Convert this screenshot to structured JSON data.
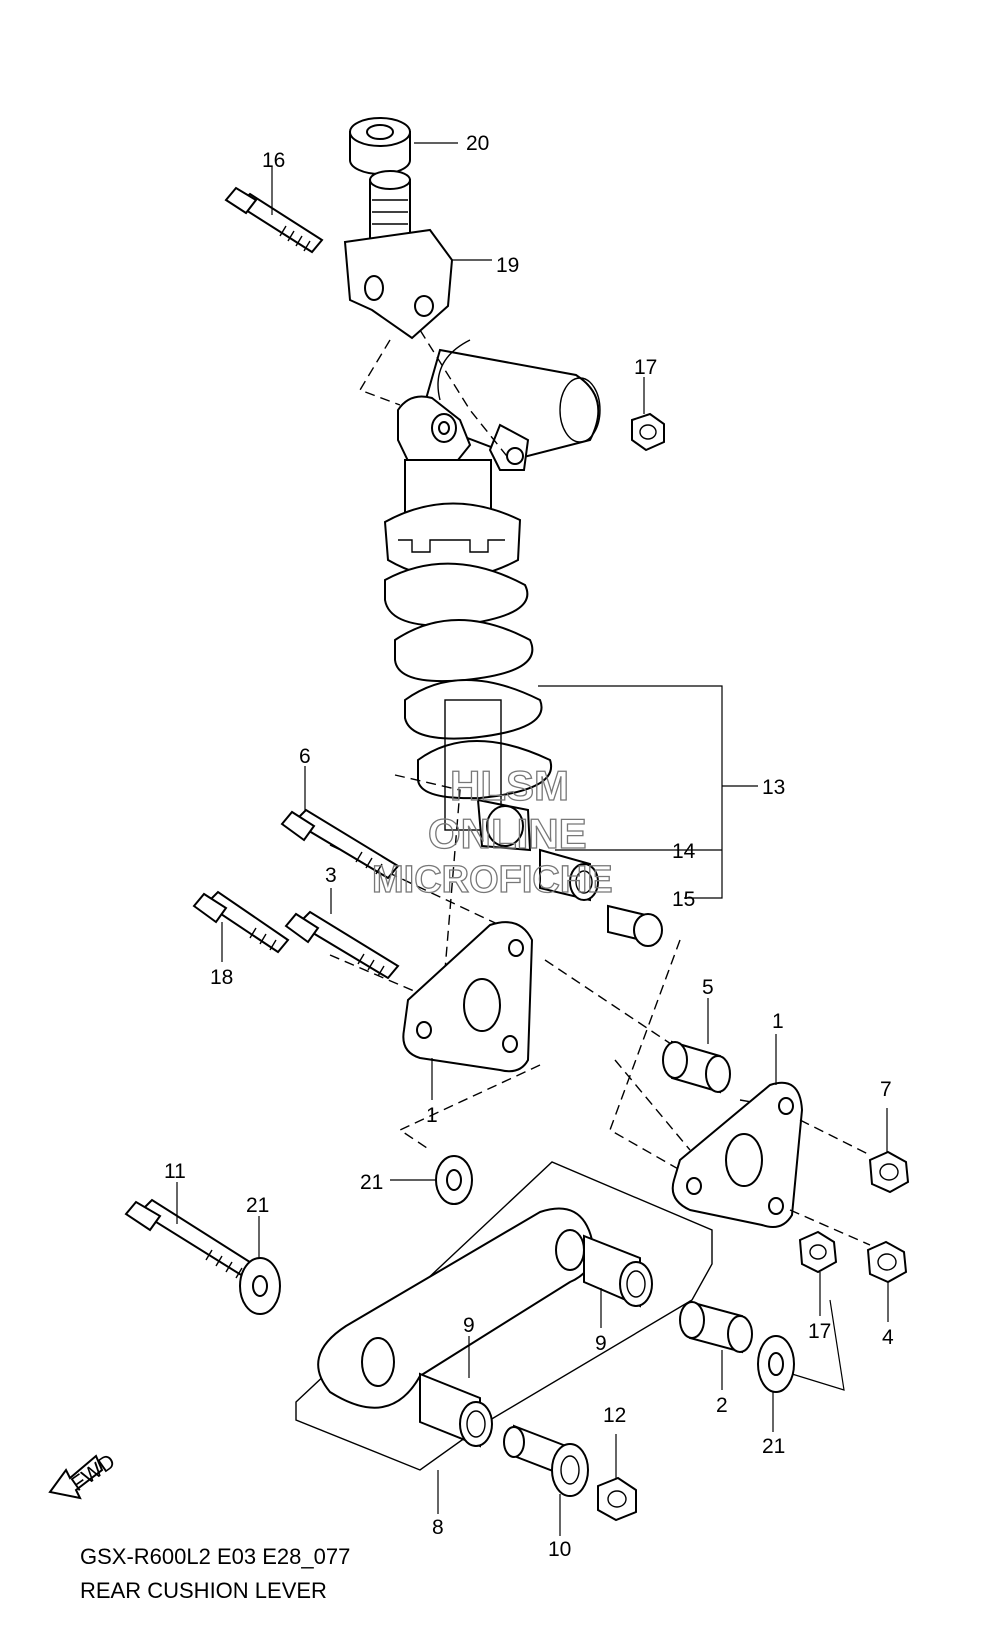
{
  "diagram": {
    "model_code": "GSX-R600L2 E03 E28_077",
    "title": "REAR CUSHION LEVER",
    "fwd_label": "FWD",
    "watermark": [
      "HLSM",
      "ONLINE",
      "MICROFICHE"
    ],
    "callouts": {
      "c1a": "1",
      "c1b": "1",
      "c2": "2",
      "c3": "3",
      "c4": "4",
      "c5": "5",
      "c6": "6",
      "c7": "7",
      "c8": "8",
      "c9a": "9",
      "c9b": "9",
      "c10": "10",
      "c11": "11",
      "c12": "12",
      "c13": "13",
      "c14": "14",
      "c15": "15",
      "c16": "16",
      "c17a": "17",
      "c17b": "17",
      "c18": "18",
      "c19": "19",
      "c20": "20",
      "c21a": "21",
      "c21b": "21",
      "c21c": "21"
    }
  }
}
